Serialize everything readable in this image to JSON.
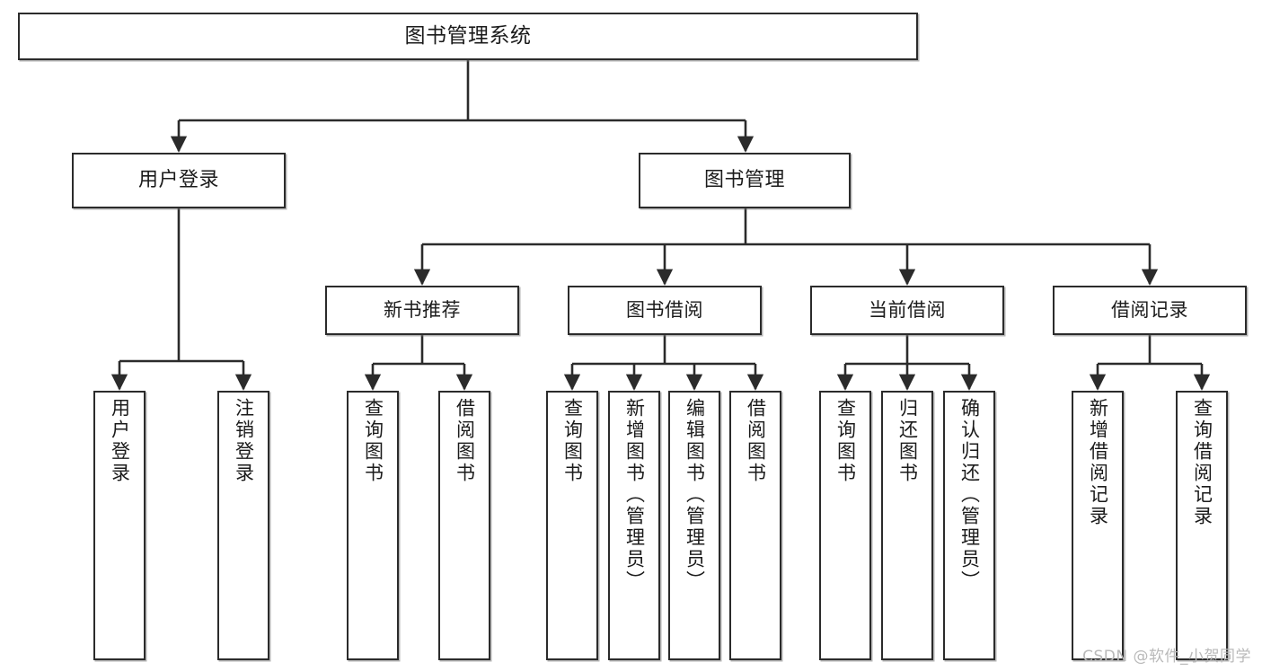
{
  "diagram": {
    "title": "图书管理系统",
    "type": "tree",
    "watermark": "CSDN @软件_小贺同学",
    "colors": {
      "box_border": "#2b2b2b",
      "box_fill": "#ffffff",
      "edge": "#2b2b2b",
      "text": "#1b1b1b",
      "watermark": "#b9b9b9"
    },
    "nodes": {
      "root": {
        "label": "图书管理系统"
      },
      "level2": [
        {
          "id": "login",
          "label": "用户登录"
        },
        {
          "id": "bookmgmt",
          "label": "图书管理"
        }
      ],
      "level3": [
        {
          "id": "newbook",
          "label": "新书推荐"
        },
        {
          "id": "borrow",
          "label": "图书借阅"
        },
        {
          "id": "current",
          "label": "当前借阅"
        },
        {
          "id": "records",
          "label": "借阅记录"
        }
      ],
      "leaves": {
        "login": [
          {
            "label": "用户登录"
          },
          {
            "label": "注销登录"
          }
        ],
        "newbook": [
          {
            "label": "查询图书"
          },
          {
            "label": "借阅图书"
          }
        ],
        "borrow": [
          {
            "label": "查询图书"
          },
          {
            "label": "新增图书（管理员）"
          },
          {
            "label": "编辑图书（管理员）"
          },
          {
            "label": "借阅图书"
          }
        ],
        "current": [
          {
            "label": "查询图书"
          },
          {
            "label": "归还图书"
          },
          {
            "label": "确认归还（管理员）"
          }
        ],
        "records": [
          {
            "label": "新增借阅记录"
          },
          {
            "label": "查询借阅记录"
          }
        ]
      }
    }
  }
}
